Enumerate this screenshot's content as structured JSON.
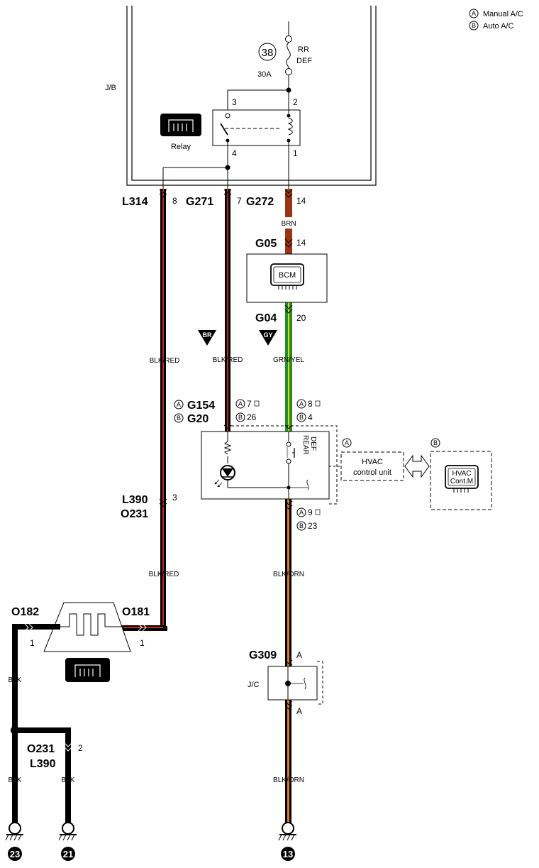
{
  "legend": [
    {
      "mark": "A",
      "text": "Manual A/C"
    },
    {
      "mark": "B",
      "text": "Auto A/C"
    }
  ],
  "junction_box": {
    "label": "J/B"
  },
  "fuse": {
    "number": "38",
    "name_line1": "RR",
    "name_line2": "DEF",
    "rating": "30A"
  },
  "relay": {
    "label": "Relay",
    "pin3": "3",
    "pin2": "2",
    "pin4": "4",
    "pin1": "1"
  },
  "connectors": {
    "l314": {
      "name": "L314",
      "pin": "8"
    },
    "g271": {
      "name": "G271",
      "pin": "7"
    },
    "g272": {
      "name": "G272",
      "pin": "14"
    },
    "g05": {
      "name": "G05",
      "pin": "14"
    },
    "g04": {
      "name": "G04",
      "pin": "20"
    },
    "g154": {
      "name": "G154",
      "pin_a": "7",
      "pin_b": "26"
    },
    "g20": {
      "name": "G20"
    },
    "g154_pin2": {
      "pin_a": "8",
      "pin_b": "4"
    },
    "switch_out": {
      "pin_a": "9",
      "pin_b": "23"
    },
    "l390_top": {
      "name": "L390",
      "pin": "3"
    },
    "o231_top": {
      "name": "O231"
    },
    "o182": {
      "name": "O182",
      "pin": "1"
    },
    "o181": {
      "name": "O181",
      "pin": "1"
    },
    "g309": {
      "name": "G309",
      "pin_top": "A",
      "pin_bottom": "A"
    },
    "o231_bottom": {
      "name": "O231",
      "pin": "2"
    },
    "l390_bottom": {
      "name": "L390"
    }
  },
  "wires": {
    "brn": "BRN",
    "blk_red_1": "BLK/RED",
    "blk_red_2": "BLK/RED",
    "grn_yel": "GRN/YEL",
    "blk_red_3": "BLK/RED",
    "blk_orn_1": "BLK/ORN",
    "blk_orn_2": "BLK/ORN",
    "blk_1": "BLK",
    "blk_2": "BLK",
    "blk_3": "BLK"
  },
  "markers": {
    "br": "BR",
    "gy": "GY"
  },
  "bcm": {
    "label": "BCM"
  },
  "switch": {
    "label_line1": "REAR",
    "label_line2": "DEF"
  },
  "hvac": {
    "mark_a": "A",
    "mark_b": "B",
    "line1": "HVAC",
    "line2": "control unit",
    "icon_line1": "HVAC",
    "icon_line2": "Cont.M"
  },
  "jc": {
    "label": "J/C"
  },
  "grounds": {
    "g23": "23",
    "g21": "21",
    "g13": "13"
  },
  "colors": {
    "blk": "#000000",
    "red": "#c8281e",
    "brn": "#9a3412",
    "grn": "#1f8f2a",
    "yel": "#e8d414",
    "orn": "#e07a1a"
  }
}
